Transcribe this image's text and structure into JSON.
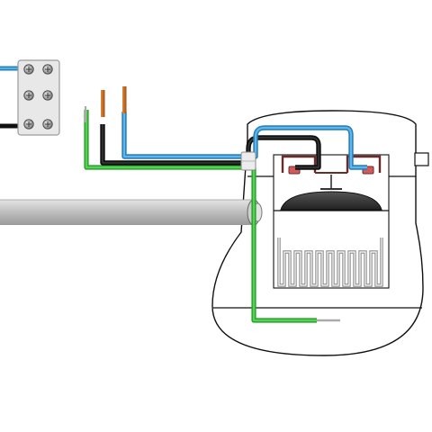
{
  "diagram": {
    "components": [
      {
        "id": "terminal-block",
        "kind": "terminal-block",
        "screws": 6
      },
      {
        "id": "cable-sheath",
        "kind": "cable"
      },
      {
        "id": "heater-housing",
        "kind": "housing"
      },
      {
        "id": "thermostat",
        "kind": "thermostat"
      },
      {
        "id": "heating-element",
        "kind": "heating-element"
      }
    ],
    "wires": [
      {
        "id": "live",
        "role": "live",
        "color": "#8a4a1e"
      },
      {
        "id": "neutral",
        "role": "neutral",
        "color": "#3b9fd8"
      },
      {
        "id": "black",
        "role": "switched",
        "color": "#111111"
      },
      {
        "id": "earth",
        "role": "earth",
        "color": "#3ec43e"
      }
    ],
    "colors": {
      "outline": "#111111",
      "sheath": "#c8c8c8",
      "element": "#8a8a8a",
      "block": "#e6e6e6",
      "copper": "#c4621c"
    }
  }
}
